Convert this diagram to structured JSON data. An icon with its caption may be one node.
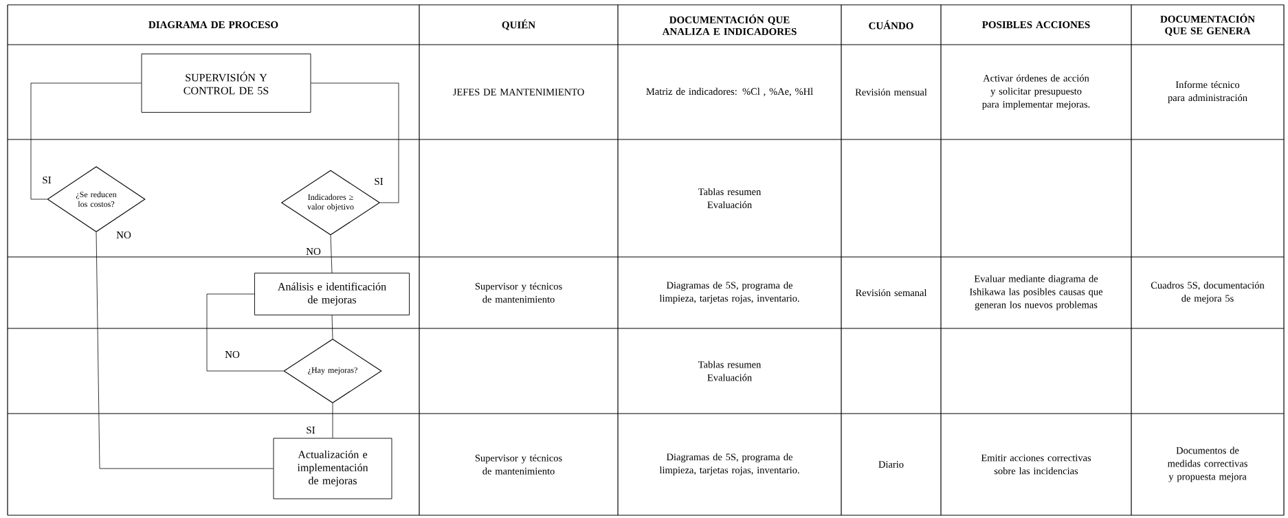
{
  "diagram": {
    "nodes": [
      {
        "text": [
          "SUPERVISIÓN Y CONTROL DE 5S"
        ]
      },
      {
        "text": [
          "¿Se reducen los costos?"
        ]
      },
      {
        "text": [
          "Indicadores ≥ valor objetivo"
        ]
      },
      {
        "text": [
          "Análisis e identificación de mejoras"
        ]
      },
      {
        "text": [
          "¿Hay mejoras?"
        ]
      },
      {
        "text": [
          "Actualización e implementación de mejoras"
        ]
      }
    ],
    "edges": [
      {
        "from": 0,
        "to": 1,
        "arrow": "none",
        "label": "SI"
      },
      {
        "from": 0,
        "to": 2,
        "arrow": "none",
        "label": "SI"
      },
      {
        "from": 2,
        "to": 3,
        "arrow": "none",
        "label": "NO"
      },
      {
        "from": 3,
        "to": 4,
        "arrow": "none"
      },
      {
        "from": 4,
        "to": 3,
        "arrow": "none",
        "label": "NO"
      },
      {
        "from": 4,
        "to": 5,
        "arrow": "none",
        "label": "SI"
      },
      {
        "from": 1,
        "to": 5,
        "arrow": "none",
        "label": "NO"
      }
    ],
    "labels": [
      "DIAGRAMA DE PROCESO",
      "QUIÉN",
      "DOCUMENTACIÓN QUE ANALIZA E INDICADORES",
      "CUÁNDO",
      "POSIBLES ACCIONES",
      "DOCUMENTACIÓN QUE SE GENERA",
      "JEFES DE MANTENIMIENTO",
      "Matriz de indicadores: %Cl , %Ae, %Hl",
      "Revisión mensual",
      "Activar órdenes de acción y solicitar presupuesto para implementar mejoras.",
      "Informe técnico para administración",
      "Tablas resumen Evaluación",
      "Supervisor y técnicos de mantenimiento",
      "Diagramas de 5S, programa de limpieza, tarjetas rojas, inventario.",
      "Revisión semanal",
      "Evaluar mediante diagrama de Ishikawa las posibles causas que generan los nuevos problemas",
      "Cuadros 5S, documentación de mejora 5s",
      "Tablas resumen Evaluación",
      "Supervisor y técnicos de mantenimiento",
      "Diagramas de 5S, programa de limpieza, tarjetas rojas, inventario.",
      "Diario",
      "Emitir acciones correctivas sobre las incidencias",
      "Documentos de medidas correctivas y propuesta mejora"
    ]
  }
}
